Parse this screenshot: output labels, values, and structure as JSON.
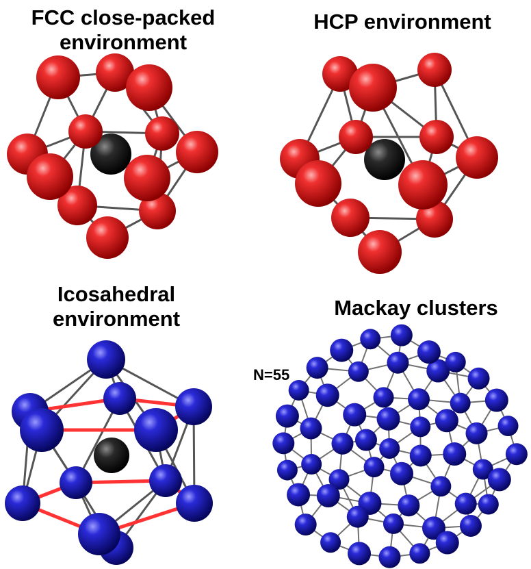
{
  "panels": {
    "fcc": {
      "title_line1": "FCC close-packed",
      "title_line2": "environment",
      "atom_color": "#dd1f1f"
    },
    "hcp": {
      "title": "HCP environment",
      "atom_color": "#dd1f1f"
    },
    "ico": {
      "title_line1": "Icosahedral",
      "title_line2": "environment",
      "atom_color": "#2323c8",
      "bond_highlight_color": "#ff3333"
    },
    "mackay": {
      "title": "Mackay clusters",
      "size_label": "N=55",
      "atom_color": "#2323c8"
    }
  },
  "colors": {
    "center_atom": "#2a2a2a",
    "bond": "#555555"
  }
}
